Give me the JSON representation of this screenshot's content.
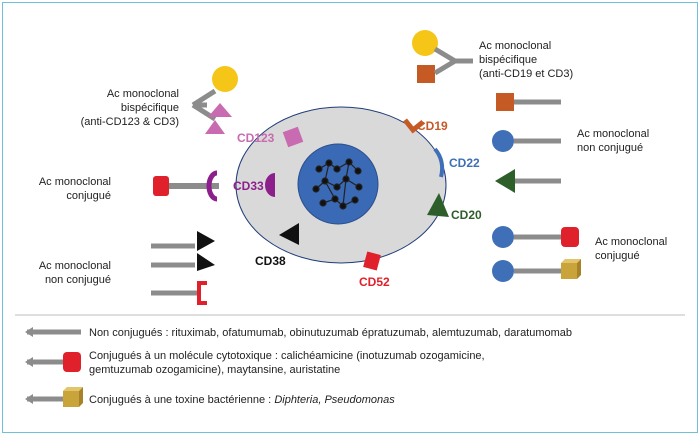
{
  "colors": {
    "cell_fill": "#d9d9d9",
    "nucleus": "#3a69b5",
    "stem": "#8c8c8c",
    "cd123": "#c96bb0",
    "cd19": "#c55a25",
    "cd22": "#3f6fb7",
    "cd20": "#2e5e2a",
    "cd33": "#8c1f8c",
    "cd52": "#e0202a",
    "cd38": "#111111",
    "yellow": "#f5c518",
    "toxin": "#c9a43a"
  },
  "labels": {
    "bispec_left": [
      "Ac monoclonal",
      "bispécifique",
      "(anti-CD123 & CD3)"
    ],
    "bispec_right": [
      "Ac monoclonal",
      "bispécifique",
      "(anti-CD19 et CD3)"
    ],
    "conj_left": [
      "Ac monoclonal",
      "conjugué"
    ],
    "nonconj_left": [
      "Ac monoclonal",
      "non conjugué"
    ],
    "nonconj_right": [
      "Ac monoclonal",
      "non conjugué"
    ],
    "conj_right": [
      "Ac monoclonal",
      "conjugué"
    ]
  },
  "markers": {
    "cd123": "CD123",
    "cd19": "CD19",
    "cd22": "CD22",
    "cd20": "CD20",
    "cd33": "CD33",
    "cd38": "CD38",
    "cd52": "CD52"
  },
  "legend": {
    "non_conj": "Non conjugués : rituximab, ofatumumab, obinutuzumab épratuzumab, alemtuzumab, daratumomab",
    "conj_cyto_1": "Conjugués à un molécule cytotoxique : calichéamicine (inotuzumab ozogamicine,",
    "conj_cyto_2": "gemtuzumab ozogamicine), maytansine, auristatine",
    "conj_tox_prefix": "Conjugués à une toxine bactérienne : ",
    "conj_tox_italic": "Diphteria, Pseudomonas"
  }
}
